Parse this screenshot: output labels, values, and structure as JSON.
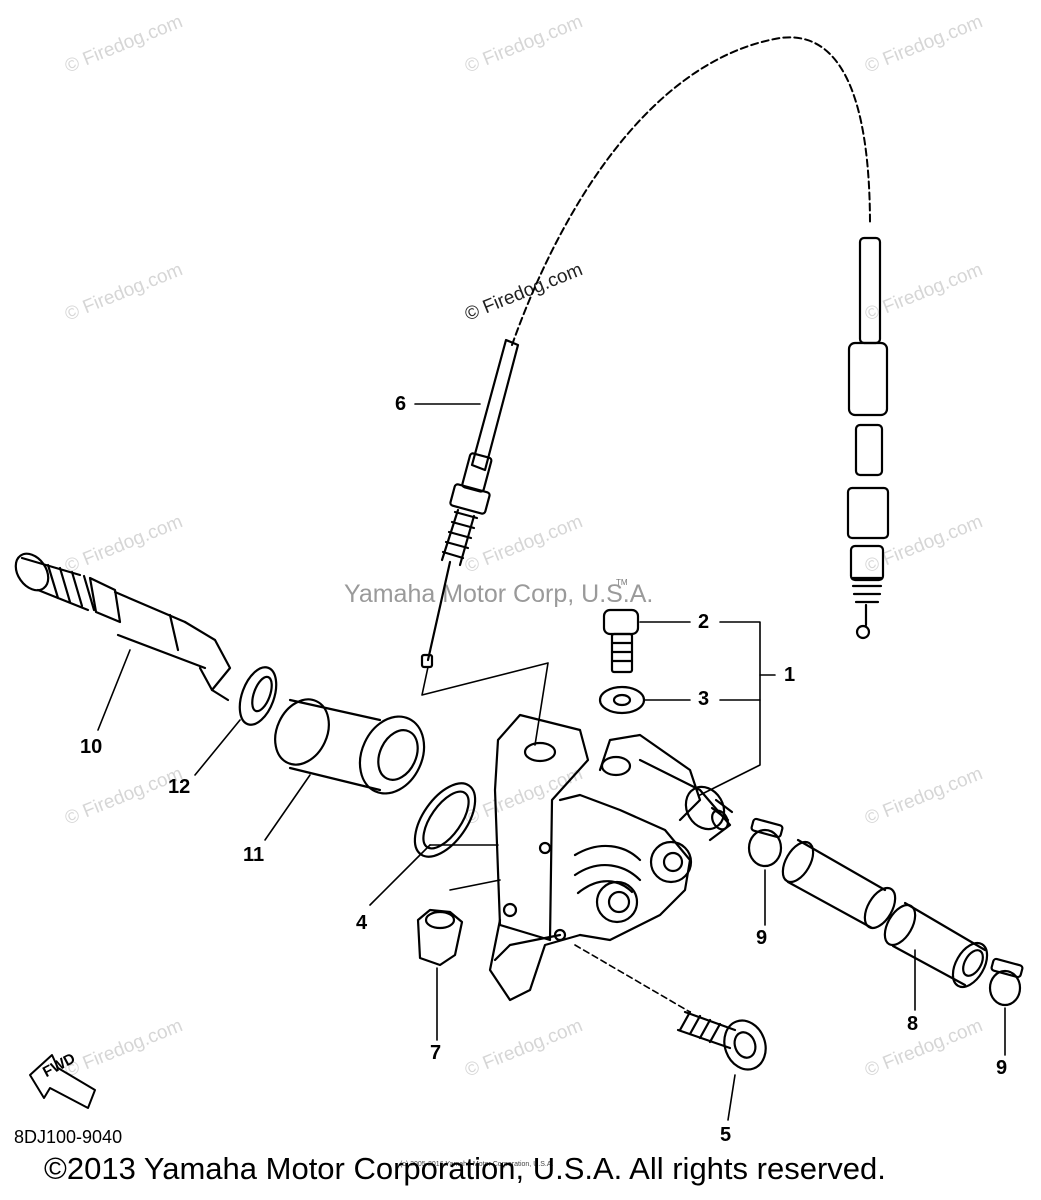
{
  "diagram": {
    "watermark_text": "© Firedog.com",
    "center_watermark": "Yamaha Motor Corp, U.S.A.",
    "tm_mark": "TM",
    "fwd_label": "FWD",
    "drawing_number": "8DJ100-9040",
    "tiny_credit": "(c) 2005-2016 Yamaha Motor Corporation, U.S.A.",
    "copyright": "©2013 Yamaha Motor Corporation, U.S.A. All rights reserved.",
    "callouts": {
      "c1": "1",
      "c2": "2",
      "c3": "3",
      "c4": "4",
      "c5": "5",
      "c6": "6",
      "c7": "7",
      "c8": "8",
      "c9a": "9",
      "c9b": "9",
      "c10": "10",
      "c11": "11",
      "c12": "12"
    }
  }
}
